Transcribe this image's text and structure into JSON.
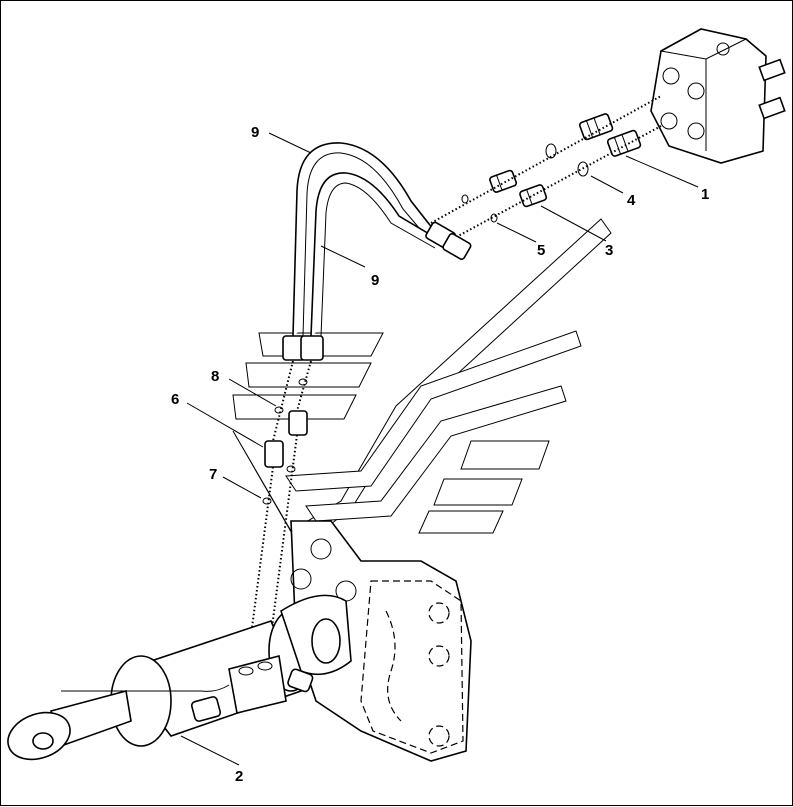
{
  "diagram": {
    "callouts": [
      {
        "id": "c1",
        "label": "1"
      },
      {
        "id": "c2",
        "label": "2"
      },
      {
        "id": "c3",
        "label": "3"
      },
      {
        "id": "c4",
        "label": "4"
      },
      {
        "id": "c5",
        "label": "5"
      },
      {
        "id": "c6",
        "label": "6"
      },
      {
        "id": "c7",
        "label": "7"
      },
      {
        "id": "c8",
        "label": "8"
      },
      {
        "id": "c9a",
        "label": "9"
      },
      {
        "id": "c9b",
        "label": "9"
      }
    ]
  }
}
